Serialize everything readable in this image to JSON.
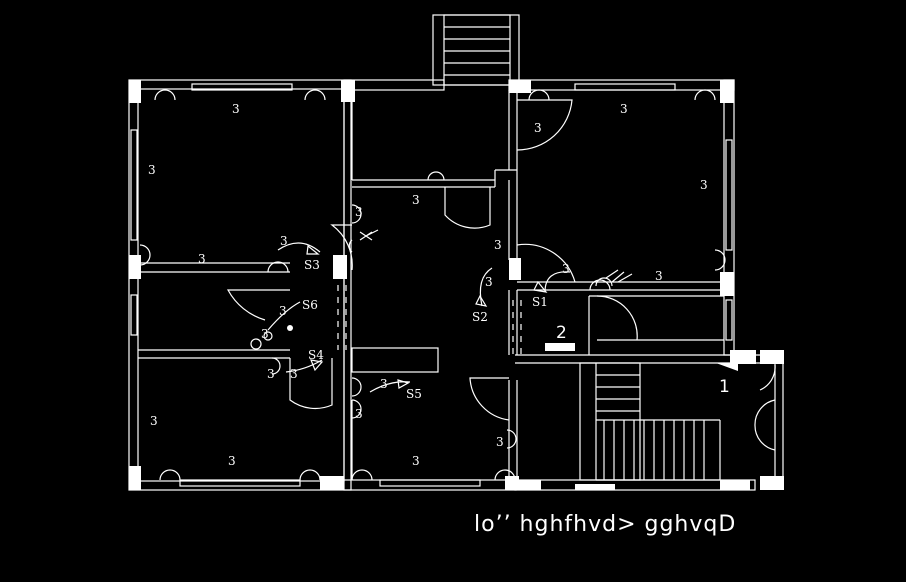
{
  "caption": "lo’’ hghfhvd> gghvqD",
  "labels": {
    "circuit": "3",
    "switch_1": "S1",
    "switch_2": "S2",
    "switch_3": "S3",
    "switch_4": "S4",
    "switch_5": "S5",
    "switch_6": "S6",
    "marker_1": "1",
    "marker_2": "2"
  },
  "colors": {
    "background": "#000000",
    "lines": "#ffffff"
  }
}
